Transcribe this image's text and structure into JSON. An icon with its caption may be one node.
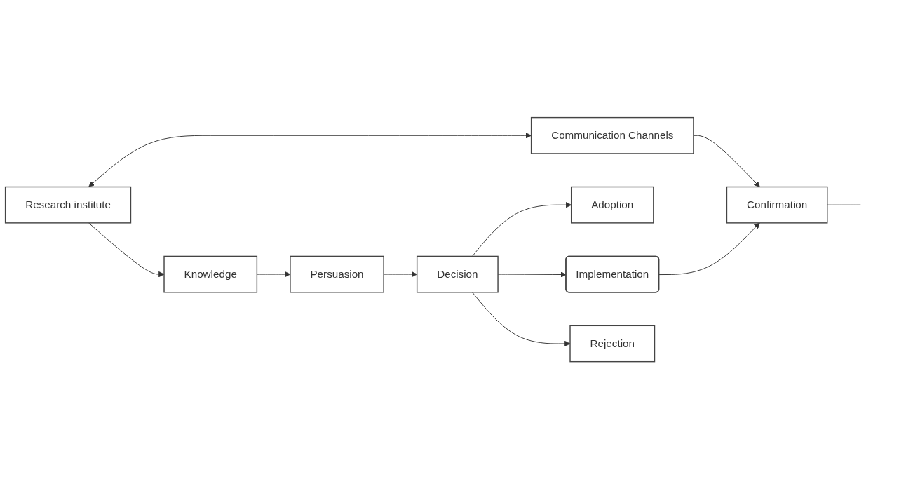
{
  "diagram": {
    "nodes": [
      {
        "text": [
          "Communication Channels"
        ]
      },
      {
        "text": [
          "Research institute"
        ]
      },
      {
        "text": [
          "Adoption"
        ]
      },
      {
        "text": [
          "Knowledge"
        ]
      },
      {
        "text": [
          "Persuasion"
        ]
      },
      {
        "text": [
          "Decision"
        ]
      },
      {
        "text": [
          "Implementation"
        ]
      },
      {
        "text": [
          "Confirmation"
        ]
      },
      {
        "text": [
          "Rejection"
        ]
      }
    ],
    "edges": [
      {
        "from": 1,
        "to": 0,
        "arrow": "both"
      },
      {
        "from": 0,
        "to": 7,
        "arrow": "to"
      },
      {
        "from": 1,
        "to": 3,
        "arrow": "to"
      },
      {
        "from": 3,
        "to": 4,
        "arrow": "to"
      },
      {
        "from": 4,
        "to": 5,
        "arrow": "to"
      },
      {
        "from": 5,
        "to": 6,
        "arrow": "to"
      },
      {
        "from": 6,
        "to": 7,
        "arrow": "to"
      },
      {
        "from": 5,
        "to": 2,
        "arrow": "to"
      },
      {
        "from": 5,
        "to": 8,
        "arrow": "to"
      },
      {
        "from": 7,
        "to": null,
        "arrow": "none"
      }
    ]
  }
}
